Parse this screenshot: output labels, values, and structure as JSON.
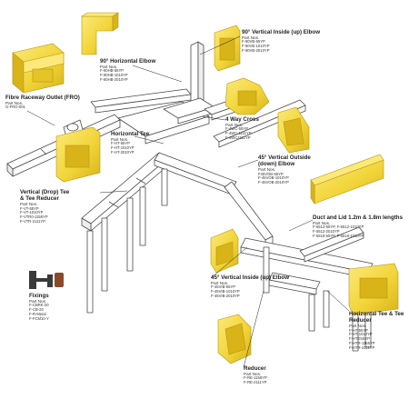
{
  "colors": {
    "product_yellow": "#F2D53A",
    "product_yellow_dark": "#D8B418",
    "product_yellow_light": "#FBE97A",
    "rack_outline": "#4a4a4a",
    "rack_fill": "#ffffff",
    "fixing_dark": "#3a3a3a",
    "fixing_brown": "#8a4a2a",
    "leader_line": "#222222"
  },
  "products": [
    {
      "key": "fro",
      "title": "Fibre Raceway Outlet (FRO)",
      "pn_label": "Part Nos.",
      "parts": [
        "G-FRO-001"
      ]
    },
    {
      "key": "horizontal_elbow",
      "title": "90° Horizontal Elbow",
      "pn_label": "Part Nos.",
      "parts": [
        "F-90HB-55YP",
        "F-90HB-1010YP",
        "F-90HB-2010YP"
      ]
    },
    {
      "key": "vertical_inside_elbow_90",
      "title": "90° Vertical Inside (up) Elbow",
      "pn_label": "Part Nos.",
      "parts": [
        "F-90VB-55YP",
        "F-90VB-1010YP",
        "F-90VB-2010YP"
      ]
    },
    {
      "key": "four_way_cross",
      "title": "4 Way Cross",
      "pn_label": "Part Nos.",
      "parts": [
        "F-4WC-55YP",
        "F-4WC-1111YP",
        "F-4WC2111YP"
      ]
    },
    {
      "key": "horizontal_tee",
      "title": "Horizontal Tee",
      "pn_label": "Part Nos.",
      "parts": [
        "F-HT-55YP",
        "F-HT-1010YP",
        "F-HT-2010YP"
      ]
    },
    {
      "key": "vertical_outside_elbow",
      "title": "45° Vertical Outside (down) Elbow",
      "pn_label": "Part Nos.",
      "parts": [
        "F45VOB-55YP",
        "F-45VOB-1010YP",
        "F-45VOB-2010YP"
      ]
    },
    {
      "key": "vertical_drop_tee",
      "title": "Vertical (Drop) Tee & Tee Reducer",
      "pn_label": "Part Nos.",
      "parts": [
        "F-VT-55YP",
        "F-VT-1010YP",
        "F-VTR0-1155YP",
        "F-VTR-2111YP"
      ]
    },
    {
      "key": "duct_lid",
      "title": "Duct and Lid 1.2m & 1.8m lengths",
      "pn_label": "Part Nos.",
      "parts": [
        "F-5512-55YP, F-5512-1010YP",
        "F-5512-2010YP",
        "F-5518-55YP, F-5518-1010YP"
      ]
    },
    {
      "key": "vertical_inside_elbow_45",
      "title": "45° Vertical Inside (up) Elbow",
      "pn_label": "Part Nos.",
      "parts": [
        "F-45VIB-55YP",
        "F-45VIB-1010YP",
        "F-45VIB-2010YP"
      ]
    },
    {
      "key": "fixings",
      "title": "Fixings",
      "pn_label": "Part Nos.",
      "parts": [
        "F-CBRK-20",
        "F-CB-20",
        "F-R-Metal",
        "F-FCM10-Y"
      ]
    },
    {
      "key": "horizontal_tee_reducer",
      "title": "Horizontal Tee & Tee Reducer",
      "pn_label": "Part Nos.",
      "parts": [
        "F-HT-55YP",
        "F-HT-1010YP",
        "F-HTE5SYP",
        "F-HTR-1155YP",
        "F-HTR-2111YP"
      ]
    },
    {
      "key": "reducer",
      "title": "Reducer",
      "pn_label": "Part Nos.",
      "parts": [
        "F-RE-1155YP",
        "F-RE-2111YP"
      ]
    }
  ]
}
